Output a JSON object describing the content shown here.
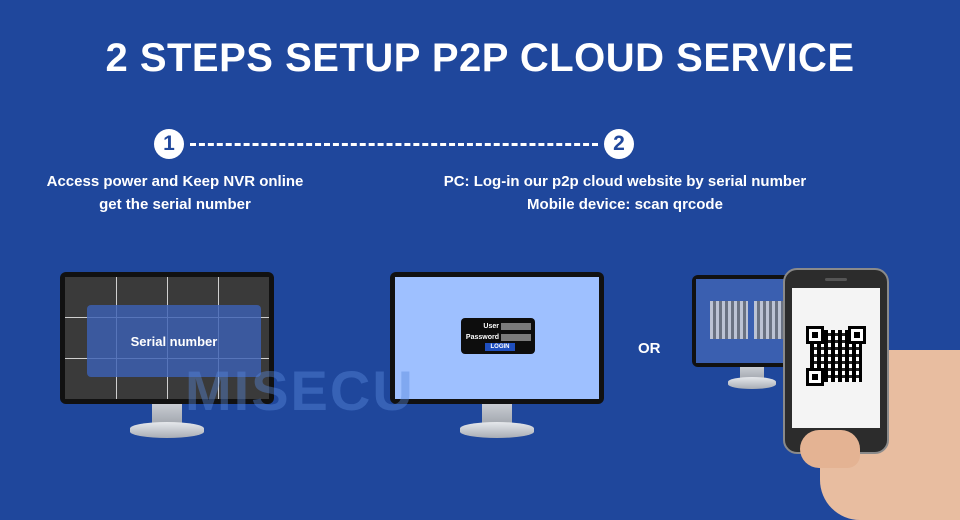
{
  "title": "2 STEPS SETUP P2P CLOUD SERVICE",
  "steps": [
    {
      "number": "1",
      "line1": "Access power and Keep NVR online",
      "line2": "get the serial number"
    },
    {
      "number": "2",
      "line1": "PC: Log-in our p2p cloud website by serial number",
      "line2": "Mobile device: scan qrcode"
    }
  ],
  "monitor1": {
    "overlay_label": "Serial number"
  },
  "monitor2": {
    "login": {
      "user_label": "User",
      "password_label": "Password",
      "button_label": "LOGIN"
    }
  },
  "or_label": "OR",
  "watermark": "MISECU",
  "colors": {
    "background": "#1f479c",
    "text": "#ffffff",
    "screen_blue": "#9ec0ff",
    "overlay_blue": "#3c60b4"
  },
  "icons": [
    "monitor-icon",
    "smartphone-icon",
    "qr-code-icon",
    "hand-icon"
  ]
}
